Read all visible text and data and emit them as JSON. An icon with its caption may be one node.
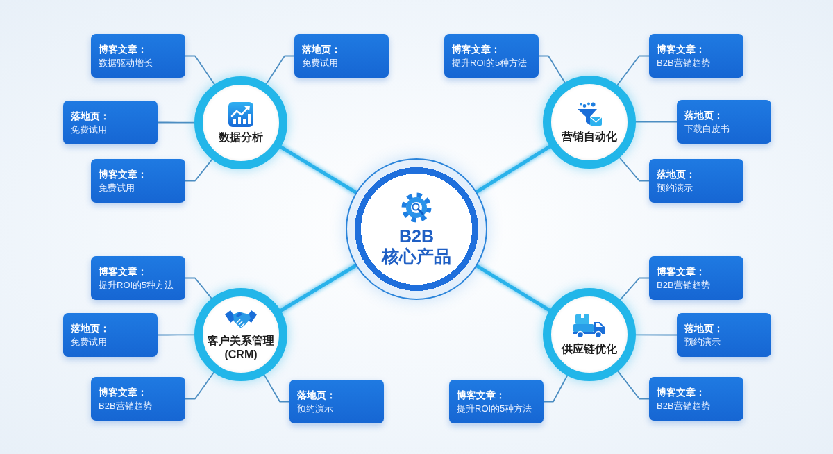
{
  "diagram": {
    "nodes": [
      {
        "text": [
          "B2B 核心产品"
        ]
      },
      {
        "text": [
          "数据分析"
        ]
      },
      {
        "text": [
          "博客文章：",
          "数据驱动增长"
        ]
      },
      {
        "text": [
          "落地页：",
          "免费试用"
        ]
      },
      {
        "text": [
          "落地页：",
          "免费试用"
        ]
      },
      {
        "text": [
          "博客文章：",
          "免费试用"
        ]
      },
      {
        "text": [
          "营销自动化"
        ]
      },
      {
        "text": [
          "博客文章：",
          "提升ROI的5种方法"
        ]
      },
      {
        "text": [
          "博客文章：",
          "B2B营销趋势"
        ]
      },
      {
        "text": [
          "落地页：",
          "下载白皮书"
        ]
      },
      {
        "text": [
          "落地页：",
          "预约演示"
        ]
      },
      {
        "text": [
          "客户关系管理 (CRM)"
        ]
      },
      {
        "text": [
          "博客文章：",
          "提升ROI的5种方法"
        ]
      },
      {
        "text": [
          "落地页：",
          "免费试用"
        ]
      },
      {
        "text": [
          "博客文章：",
          "B2B营销趋势"
        ]
      },
      {
        "text": [
          "落地页：",
          "预约演示"
        ]
      },
      {
        "text": [
          "供应链优化"
        ]
      },
      {
        "text": [
          "博客文章：",
          "B2B营销趋势"
        ]
      },
      {
        "text": [
          "落地页：",
          "预约演示"
        ]
      },
      {
        "text": [
          "博客文章：",
          "B2B营销趋势"
        ]
      },
      {
        "text": [
          "博客文章：",
          "提升ROI的5种方法"
        ]
      }
    ],
    "edges": [
      {
        "from": 0,
        "to": 1,
        "arrow": "none",
        "style": "thick",
        "color": "#29b2ea"
      },
      {
        "from": 0,
        "to": 6,
        "arrow": "none",
        "style": "thick",
        "color": "#29b2ea"
      },
      {
        "from": 0,
        "to": 11,
        "arrow": "none",
        "style": "thick",
        "color": "#29b2ea"
      },
      {
        "from": 0,
        "to": 16,
        "arrow": "none",
        "style": "thick",
        "color": "#29b2ea"
      },
      {
        "from": 1,
        "to": 2,
        "arrow": "none"
      },
      {
        "from": 1,
        "to": 3,
        "arrow": "none"
      },
      {
        "from": 1,
        "to": 4,
        "arrow": "none"
      },
      {
        "from": 1,
        "to": 5,
        "arrow": "none"
      },
      {
        "from": 6,
        "to": 7,
        "arrow": "none"
      },
      {
        "from": 6,
        "to": 8,
        "arrow": "none"
      },
      {
        "from": 6,
        "to": 9,
        "arrow": "none"
      },
      {
        "from": 6,
        "to": 10,
        "arrow": "none"
      },
      {
        "from": 11,
        "to": 12,
        "arrow": "none"
      },
      {
        "from": 11,
        "to": 13,
        "arrow": "none"
      },
      {
        "from": 11,
        "to": 14,
        "arrow": "none"
      },
      {
        "from": 11,
        "to": 15,
        "arrow": "none"
      },
      {
        "from": 16,
        "to": 17,
        "arrow": "none"
      },
      {
        "from": 16,
        "to": 18,
        "arrow": "none"
      },
      {
        "from": 16,
        "to": 19,
        "arrow": "none"
      },
      {
        "from": 16,
        "to": 20,
        "arrow": "none"
      }
    ]
  }
}
